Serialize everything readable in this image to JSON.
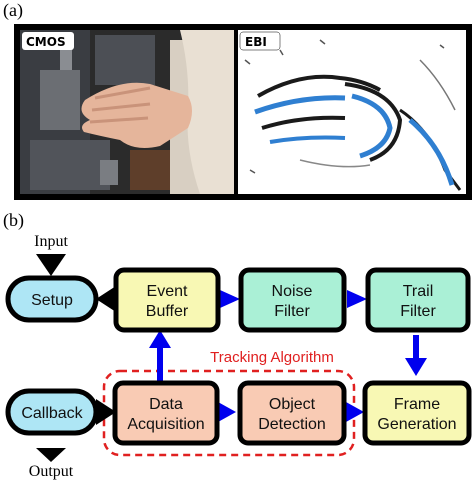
{
  "panels": {
    "a": {
      "label": "(a)",
      "photos": [
        {
          "tag": "CMOS"
        },
        {
          "tag": "EBI"
        }
      ]
    },
    "b": {
      "label": "(b)"
    }
  },
  "flow": {
    "input_label": "Input",
    "output_label": "Output",
    "nodes": {
      "setup": {
        "lines": [
          "Setup"
        ],
        "fill": "#aee6f5"
      },
      "event_buffer": {
        "lines": [
          "Event",
          "Buffer"
        ],
        "fill": "#f8f8b4"
      },
      "noise_filter": {
        "lines": [
          "Noise",
          "Filter"
        ],
        "fill": "#aaf0d6"
      },
      "trail_filter": {
        "lines": [
          "Trail",
          "Filter"
        ],
        "fill": "#aaf0d6"
      },
      "frame_generation": {
        "lines": [
          "Frame",
          "Generation"
        ],
        "fill": "#f8f8b4"
      },
      "object_detection": {
        "lines": [
          "Object",
          "Detection"
        ],
        "fill": "#f9cbb4"
      },
      "data_acquisition": {
        "lines": [
          "Data",
          "Acquisition"
        ],
        "fill": "#f9cbb4"
      },
      "callback": {
        "lines": [
          "Callback"
        ],
        "fill": "#aee6f5"
      }
    },
    "tracking_region": {
      "label": "Tracking Algorithm",
      "color": "#e02020"
    },
    "arrow_color": "#0000ee"
  }
}
